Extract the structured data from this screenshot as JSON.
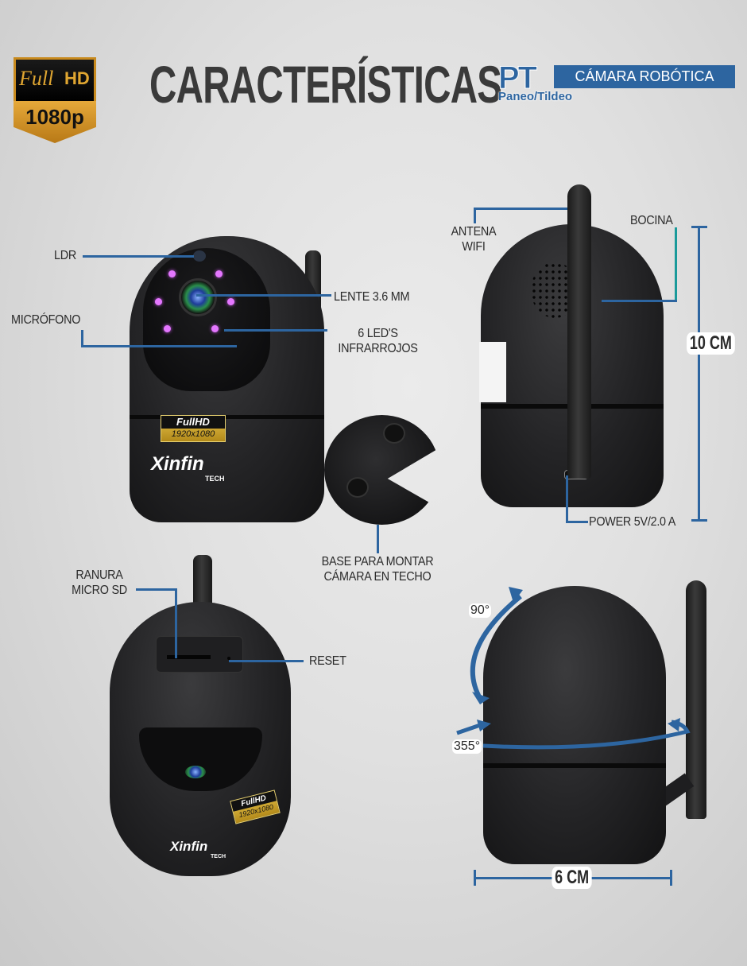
{
  "header": {
    "badge": {
      "line1_script": "Full",
      "line1_bold": "HD",
      "line2": "1080p"
    },
    "title": "CARACTERÍSTICAS",
    "pt_logo": {
      "letters": "PT",
      "subtitle": "Paneo/Tildeo"
    },
    "product_type": "CÁMARA ROBÓTICA"
  },
  "front_view": {
    "labels": {
      "ldr": "LDR",
      "microphone": "MICRÓFONO",
      "lens": "LENTE  3.6 MM",
      "leds_line1": "6 LED'S",
      "leds_line2": "INFRARROJOS"
    },
    "sticker": {
      "line1": "FullHD",
      "line2": "1920x1080"
    },
    "brand": {
      "name": "Xinfin",
      "sub": "TECH"
    }
  },
  "mount": {
    "label_line1": "BASE PARA MONTAR",
    "label_line2": "CÁMARA EN TECHO"
  },
  "back_view": {
    "labels": {
      "antenna_line1": "ANTENA",
      "antenna_line2": "WIFI",
      "speaker": "BOCINA",
      "power": "POWER 5V/2.0 A"
    },
    "height_dimension": "10 CM"
  },
  "top_view": {
    "labels": {
      "sd_line1": "RANURA",
      "sd_line2": "MICRO SD",
      "reset": "RESET"
    },
    "sticker": {
      "line1": "FullHD",
      "line2": "1920x1080"
    },
    "brand": {
      "name": "Xinfin",
      "sub": "TECH"
    }
  },
  "side_view": {
    "tilt_angle": "90°",
    "pan_angle": "355°",
    "width_dimension": "6 CM"
  },
  "colors": {
    "accent_blue": "#2d65a0",
    "teal": "#1a9a9a",
    "gold": "#e0a631",
    "title": "#3a3a3a"
  }
}
